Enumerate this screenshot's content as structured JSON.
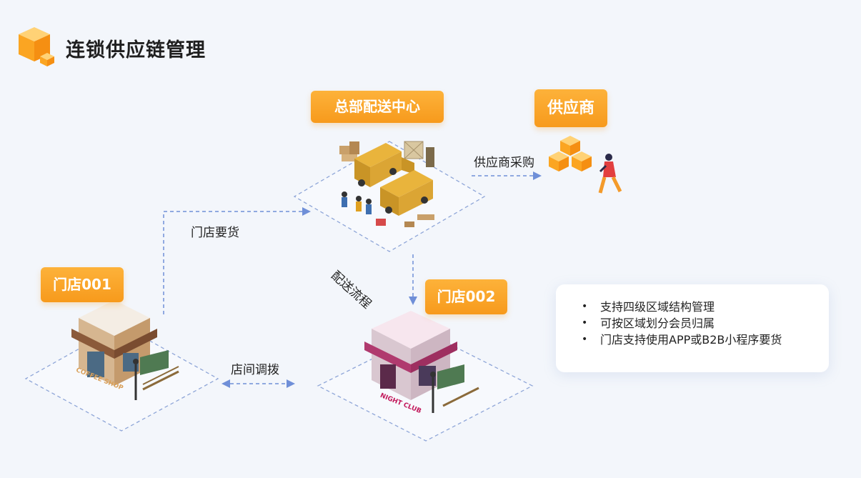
{
  "title": "连锁供应链管理",
  "nodes": {
    "hq": "总部配送中心",
    "supplier": "供应商",
    "store1": "门店001",
    "store2": "门店002"
  },
  "flows": {
    "supplier_purchase": "供应商采购",
    "store_request": "门店要货",
    "distribution": "配送流程",
    "store_transfer": "店间调拨"
  },
  "signs": {
    "store1": "COFFEE SHOP",
    "store2": "NIGHT CLUB"
  },
  "features": [
    "支持四级区域结构管理",
    "可按区域划分会员归属",
    "门店支持使用APP或B2B小程序要货"
  ],
  "colors": {
    "accent": "#f79a1c",
    "flow": "#6f8fd8",
    "background": "#f3f6fb"
  }
}
